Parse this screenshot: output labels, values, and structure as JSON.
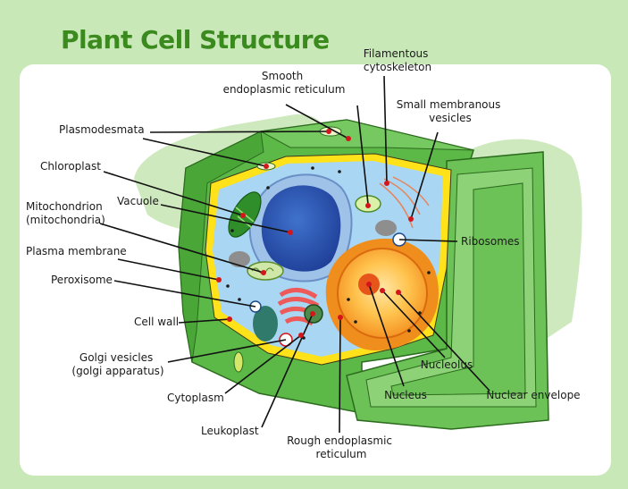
{
  "title": "Plant Cell Structure",
  "labels": {
    "smooth_er": [
      "Smooth",
      "endoplasmic reticulum"
    ],
    "filamentous": [
      "Filamentous",
      "cytoskeleton"
    ],
    "small_vesicles": [
      "Small membranous",
      "vesicles"
    ],
    "plasmodesmata": [
      "Plasmodesmata"
    ],
    "chloroplast": [
      "Chloroplast"
    ],
    "vacuole": [
      "Vacuole"
    ],
    "mitochondrion": [
      "Mitochondrion",
      "(mitochondria)"
    ],
    "plasma_membrane": [
      "Plasma membrane"
    ],
    "peroxisome": [
      "Peroxisome"
    ],
    "cell_wall": [
      "Cell wall"
    ],
    "golgi": [
      "Golgi vesicles",
      "(golgi apparatus)"
    ],
    "cytoplasm": [
      "Cytoplasm"
    ],
    "leukoplast": [
      "Leukoplast"
    ],
    "rough_er": [
      "Rough endoplasmic",
      "reticulum"
    ],
    "nucleus": [
      "Nucleus"
    ],
    "nucleolus": [
      "Nucleolus"
    ],
    "nuclear_envelope": [
      "Nuclear envelope"
    ],
    "ribosomes": [
      "Ribosomes"
    ]
  },
  "colors": {
    "background": "#c9e8b8",
    "title": "#3a8a1e",
    "cell_wall": "#5cb948",
    "cytoplasm": "#a9d6f2",
    "vacuole": "#2f5fb8",
    "nucleus": "#f7a51e",
    "pointer_dot": "#d4161c"
  }
}
